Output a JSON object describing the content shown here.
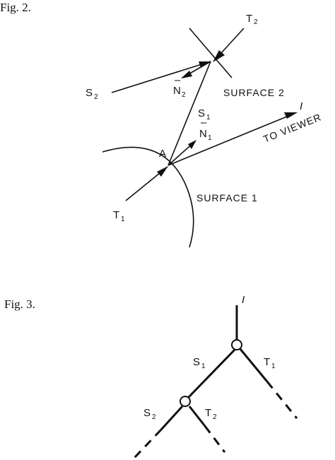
{
  "fig2": {
    "caption": "Fig. 2.",
    "labels": {
      "t2": "T",
      "t2_sub": "2",
      "s2": "S",
      "s2_sub": "2",
      "n2": "N",
      "n2_sub": "2",
      "surface2": "SURFACE 2",
      "s1": "S",
      "s1_sub": "1",
      "i_ray": "I",
      "to_viewer": "TO VIEWER",
      "n1": "N",
      "n1_sub": "1",
      "point_a": "A",
      "t1": "T",
      "t1_sub": "1",
      "surface1": "SURFACE 1"
    }
  },
  "fig3": {
    "caption": "Fig. 3.",
    "labels": {
      "root": "I",
      "s1": "S",
      "s1_sub": "1",
      "t1": "T",
      "t1_sub": "1",
      "s2": "S",
      "s2_sub": "2",
      "t2": "T",
      "t2_sub": "2"
    }
  }
}
